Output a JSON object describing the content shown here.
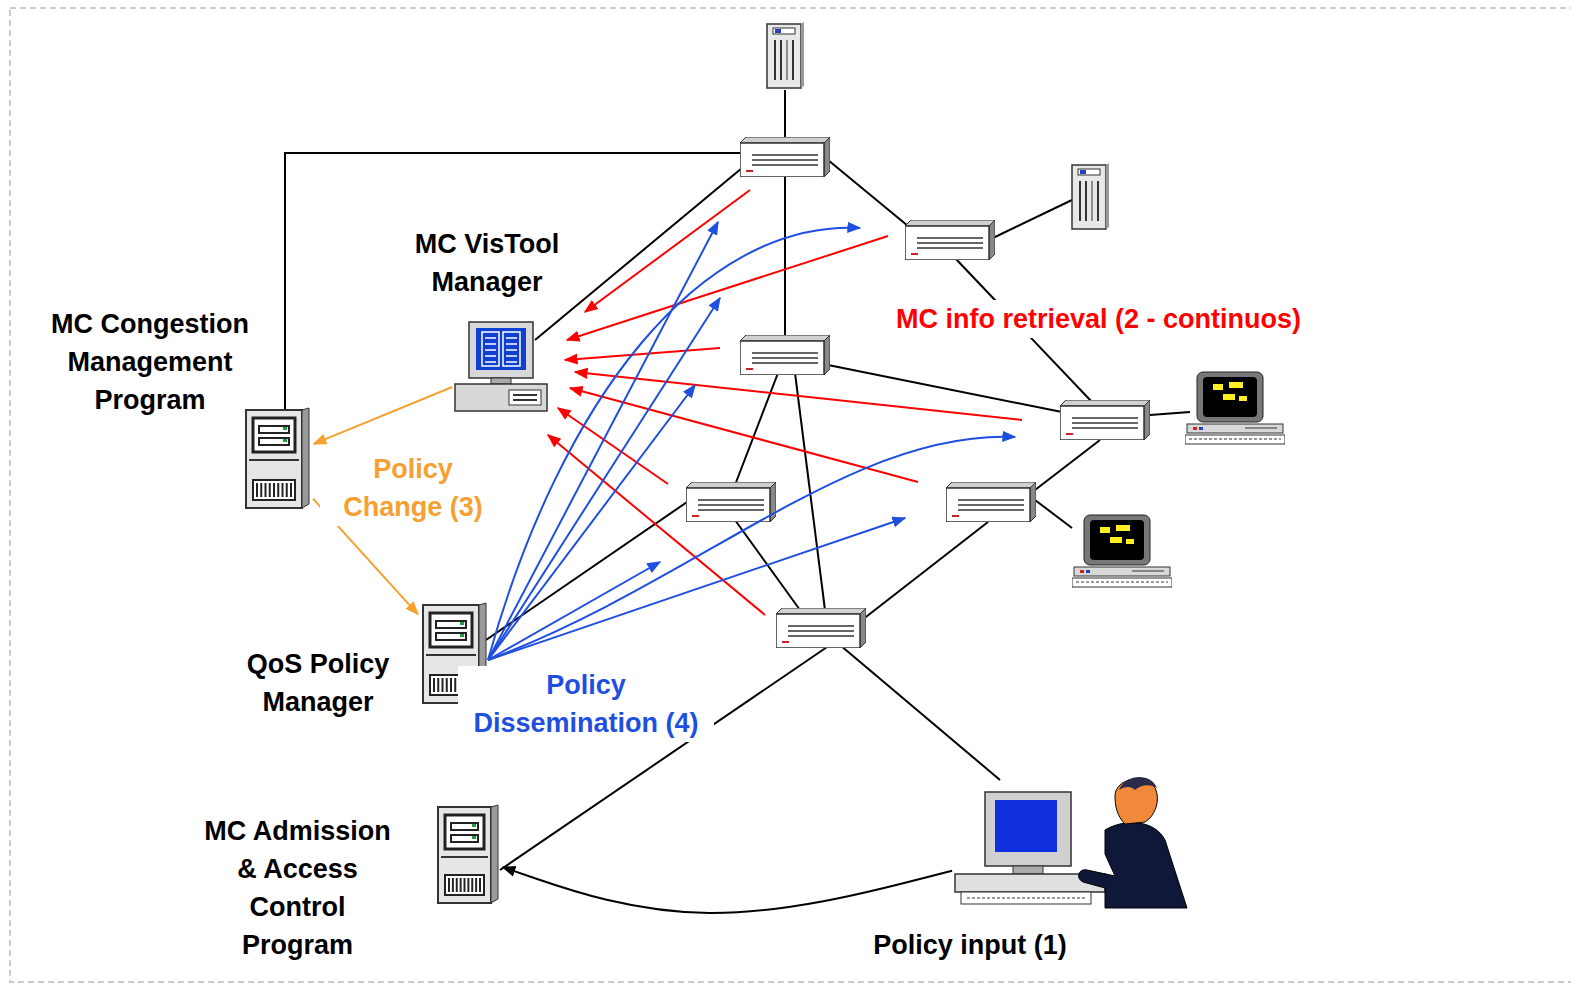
{
  "diagram": {
    "nodes": [
      {
        "text": [
          "MC VisTool Manager"
        ]
      },
      {
        "text": [
          "MC Congestion Management Program"
        ]
      },
      {
        "text": [
          "QoS Policy Manager"
        ]
      },
      {
        "text": [
          "MC Admission & Access Control Program"
        ]
      },
      {
        "text": [
          "Policy input (1)"
        ]
      }
    ],
    "edges": [
      {
        "from": 0,
        "to": 1,
        "arrow": "to"
      },
      {
        "from": 1,
        "to": 2,
        "arrow": "to"
      },
      {
        "from": 4,
        "to": 3,
        "arrow": "to"
      }
    ],
    "labels": [
      "MC info retrieval (2 - continuos)",
      "Policy Change (3)",
      "Policy Dissemination (4)"
    ]
  }
}
